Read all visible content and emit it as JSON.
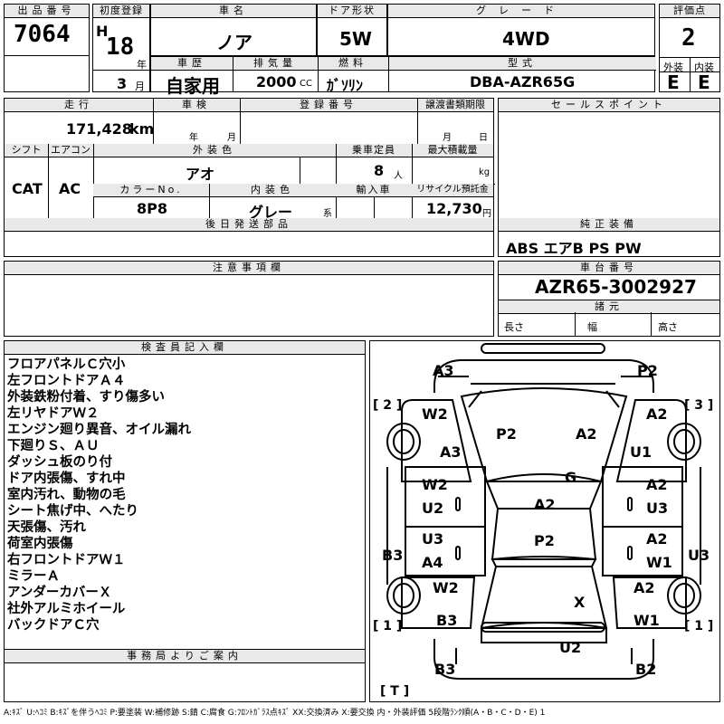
{
  "header": {
    "lot_label": "出品番号",
    "lot_no": "7064",
    "first_reg_label": "初度登録",
    "era": "H",
    "year": "18",
    "year_unit": "年",
    "month": "3",
    "month_unit": "月",
    "car_name_label": "車名",
    "car_name": "ノア",
    "door_label": "ドア形状",
    "door": "5W",
    "grade_label": "グレード",
    "grade": "4WD",
    "score_label": "評価点",
    "score": "2",
    "history_label": "車歴",
    "history": "自家用",
    "displacement_label": "排気量",
    "displacement": "2000",
    "displacement_unit": "CC",
    "fuel_label": "燃料",
    "fuel": "ｶﾞｿﾘﾝ",
    "model_label": "型式",
    "model": "DBA-AZR65G",
    "exterior_label": "外装",
    "exterior": "E",
    "interior_label": "内装",
    "interior": "E"
  },
  "mid": {
    "mileage_label": "走行",
    "mileage": "171,428",
    "mileage_unit": "km",
    "inspection_label": "車検",
    "insp_year_unit": "年",
    "insp_month_unit": "月",
    "regno_label": "登録番号",
    "transfer_label": "譲渡書類期限",
    "transfer_month_unit": "月",
    "transfer_day_unit": "日",
    "shift_label": "シフト",
    "shift": "CAT",
    "ac_label": "エアコン",
    "ac": "AC",
    "ext_color_label": "外装色",
    "ext_color": "アオ",
    "capacity_label": "乗車定員",
    "capacity": "8",
    "capacity_unit": "人",
    "maxload_label": "最大積載量",
    "maxload_unit": "kg",
    "colorno_label": "カラーNo.",
    "colorno": "8P8",
    "int_color_label": "内装色",
    "int_color": "グレー",
    "int_color_suffix": "系",
    "import_label": "輸入車",
    "recycle_label": "リサイクル預託金",
    "recycle": "12,730",
    "recycle_unit": "円",
    "later_parts_label": "後日発送部品",
    "sales_points_label": "セールスポイント",
    "genuine_label": "純正装備",
    "genuine": "ABS エアB PS PW",
    "notes_label": "注意事項欄",
    "chassis_label": "車台番号",
    "chassis": "AZR65-3002927",
    "specs_label": "諸元",
    "length_label": "長さ",
    "width_label": "幅",
    "height_label": "高さ"
  },
  "inspector": {
    "label": "検査員記入欄",
    "notes": [
      "フロアパネルＣ穴小",
      "左フロントドアＡ４",
      "外装鉄粉付着、すり傷多い",
      "左リヤドアＷ２",
      "エンジン廻り異音、オイル漏れ",
      "下廻りＳ、ＡＵ",
      "ダッシュ板のり付",
      "ドア内張傷、すれ中",
      "室内汚れ、動物の毛",
      "シート焦げ中、へたり",
      "天張傷、汚れ",
      "荷室内張傷",
      "右フロントドアＷ１",
      "ミラーＡ",
      "アンダーカバーＸ",
      "社外アルミホイール",
      "バックドアＣ穴"
    ],
    "office_label": "事務局よりご案内"
  },
  "diagram": {
    "marks": [
      {
        "id": "fl-corner",
        "text": "A3"
      },
      {
        "id": "fr-corner",
        "text": "P2"
      },
      {
        "id": "fl-fender",
        "text": "W2"
      },
      {
        "id": "fl-fender2",
        "text": "A3"
      },
      {
        "id": "hood-l",
        "text": "P2"
      },
      {
        "id": "hood-r",
        "text": "A2"
      },
      {
        "id": "fr-fender",
        "text": "A2"
      },
      {
        "id": "fr-fender2",
        "text": "U1"
      },
      {
        "id": "windshield",
        "text": "G"
      },
      {
        "id": "fl-door-1",
        "text": "W2"
      },
      {
        "id": "fl-door-2",
        "text": "U2"
      },
      {
        "id": "fr-door-1",
        "text": "A2"
      },
      {
        "id": "fr-door-2",
        "text": "U3"
      },
      {
        "id": "roof-1",
        "text": "A2"
      },
      {
        "id": "roof-2",
        "text": "P2"
      },
      {
        "id": "rl-door-1",
        "text": "U3"
      },
      {
        "id": "rl-door-2",
        "text": "A4"
      },
      {
        "id": "rr-door-1",
        "text": "A2"
      },
      {
        "id": "rr-door-2",
        "text": "W1"
      },
      {
        "id": "l-sill",
        "text": "B3"
      },
      {
        "id": "r-sill",
        "text": "U3"
      },
      {
        "id": "rl-fender",
        "text": "W2"
      },
      {
        "id": "rr-fender",
        "text": "A2"
      },
      {
        "id": "rear-window",
        "text": "X"
      },
      {
        "id": "rl-quarter",
        "text": "B3"
      },
      {
        "id": "rr-quarter",
        "text": "W1"
      },
      {
        "id": "rear-bumper-c",
        "text": "U2"
      },
      {
        "id": "rl-corner",
        "text": "B3"
      },
      {
        "id": "rr-corner",
        "text": "B2"
      }
    ],
    "bracket_fl": "[ 2 ]",
    "bracket_fr": "[ 3 ]",
    "bracket_rl": "[ 1 ]",
    "bracket_rr": "[ 1 ]",
    "bracket_t": "[ T ]"
  },
  "legend": "A:ｷｽﾞ  U:ﾍｺﾐ  B:ｷｽﾞを伴うﾍｺﾐ  P:要塗装  W:補修跡  S:錆  C:腐食  G:ﾌﾛﾝﾄｶﾞﾗｽ点ｷｽﾞ  XX:交換済み  X:要交換  内・外装評価  5段階ﾗﾝｸ順(A・B・C・D・E) 1"
}
